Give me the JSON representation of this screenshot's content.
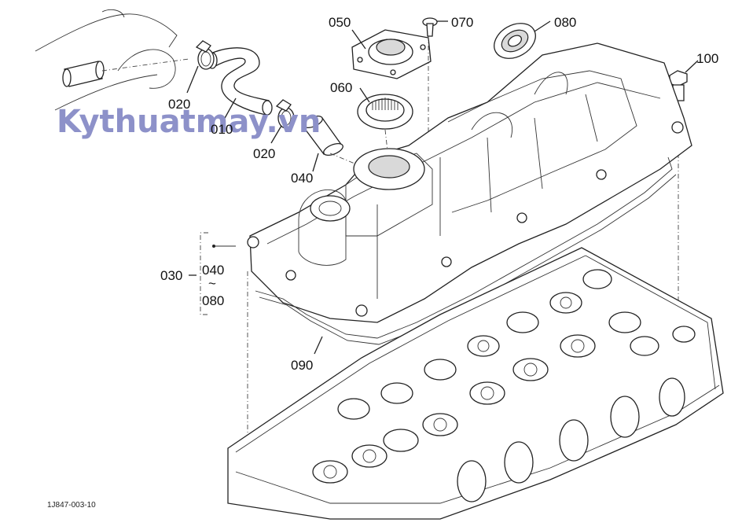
{
  "watermark": "Kythuatmay.vn",
  "figure_code": "1J847-003-10",
  "callouts": {
    "p010": "010",
    "p020a": "020",
    "p020b": "020",
    "p030": "030",
    "p030_from": "040",
    "p030_tilde": "~",
    "p030_to": "080",
    "p040": "040",
    "p050": "050",
    "p060": "060",
    "p070": "070",
    "p080": "080",
    "p090": "090",
    "p100": "100"
  },
  "colors": {
    "line": "#222222",
    "watermark": "#8d91c9",
    "background": "#ffffff"
  }
}
